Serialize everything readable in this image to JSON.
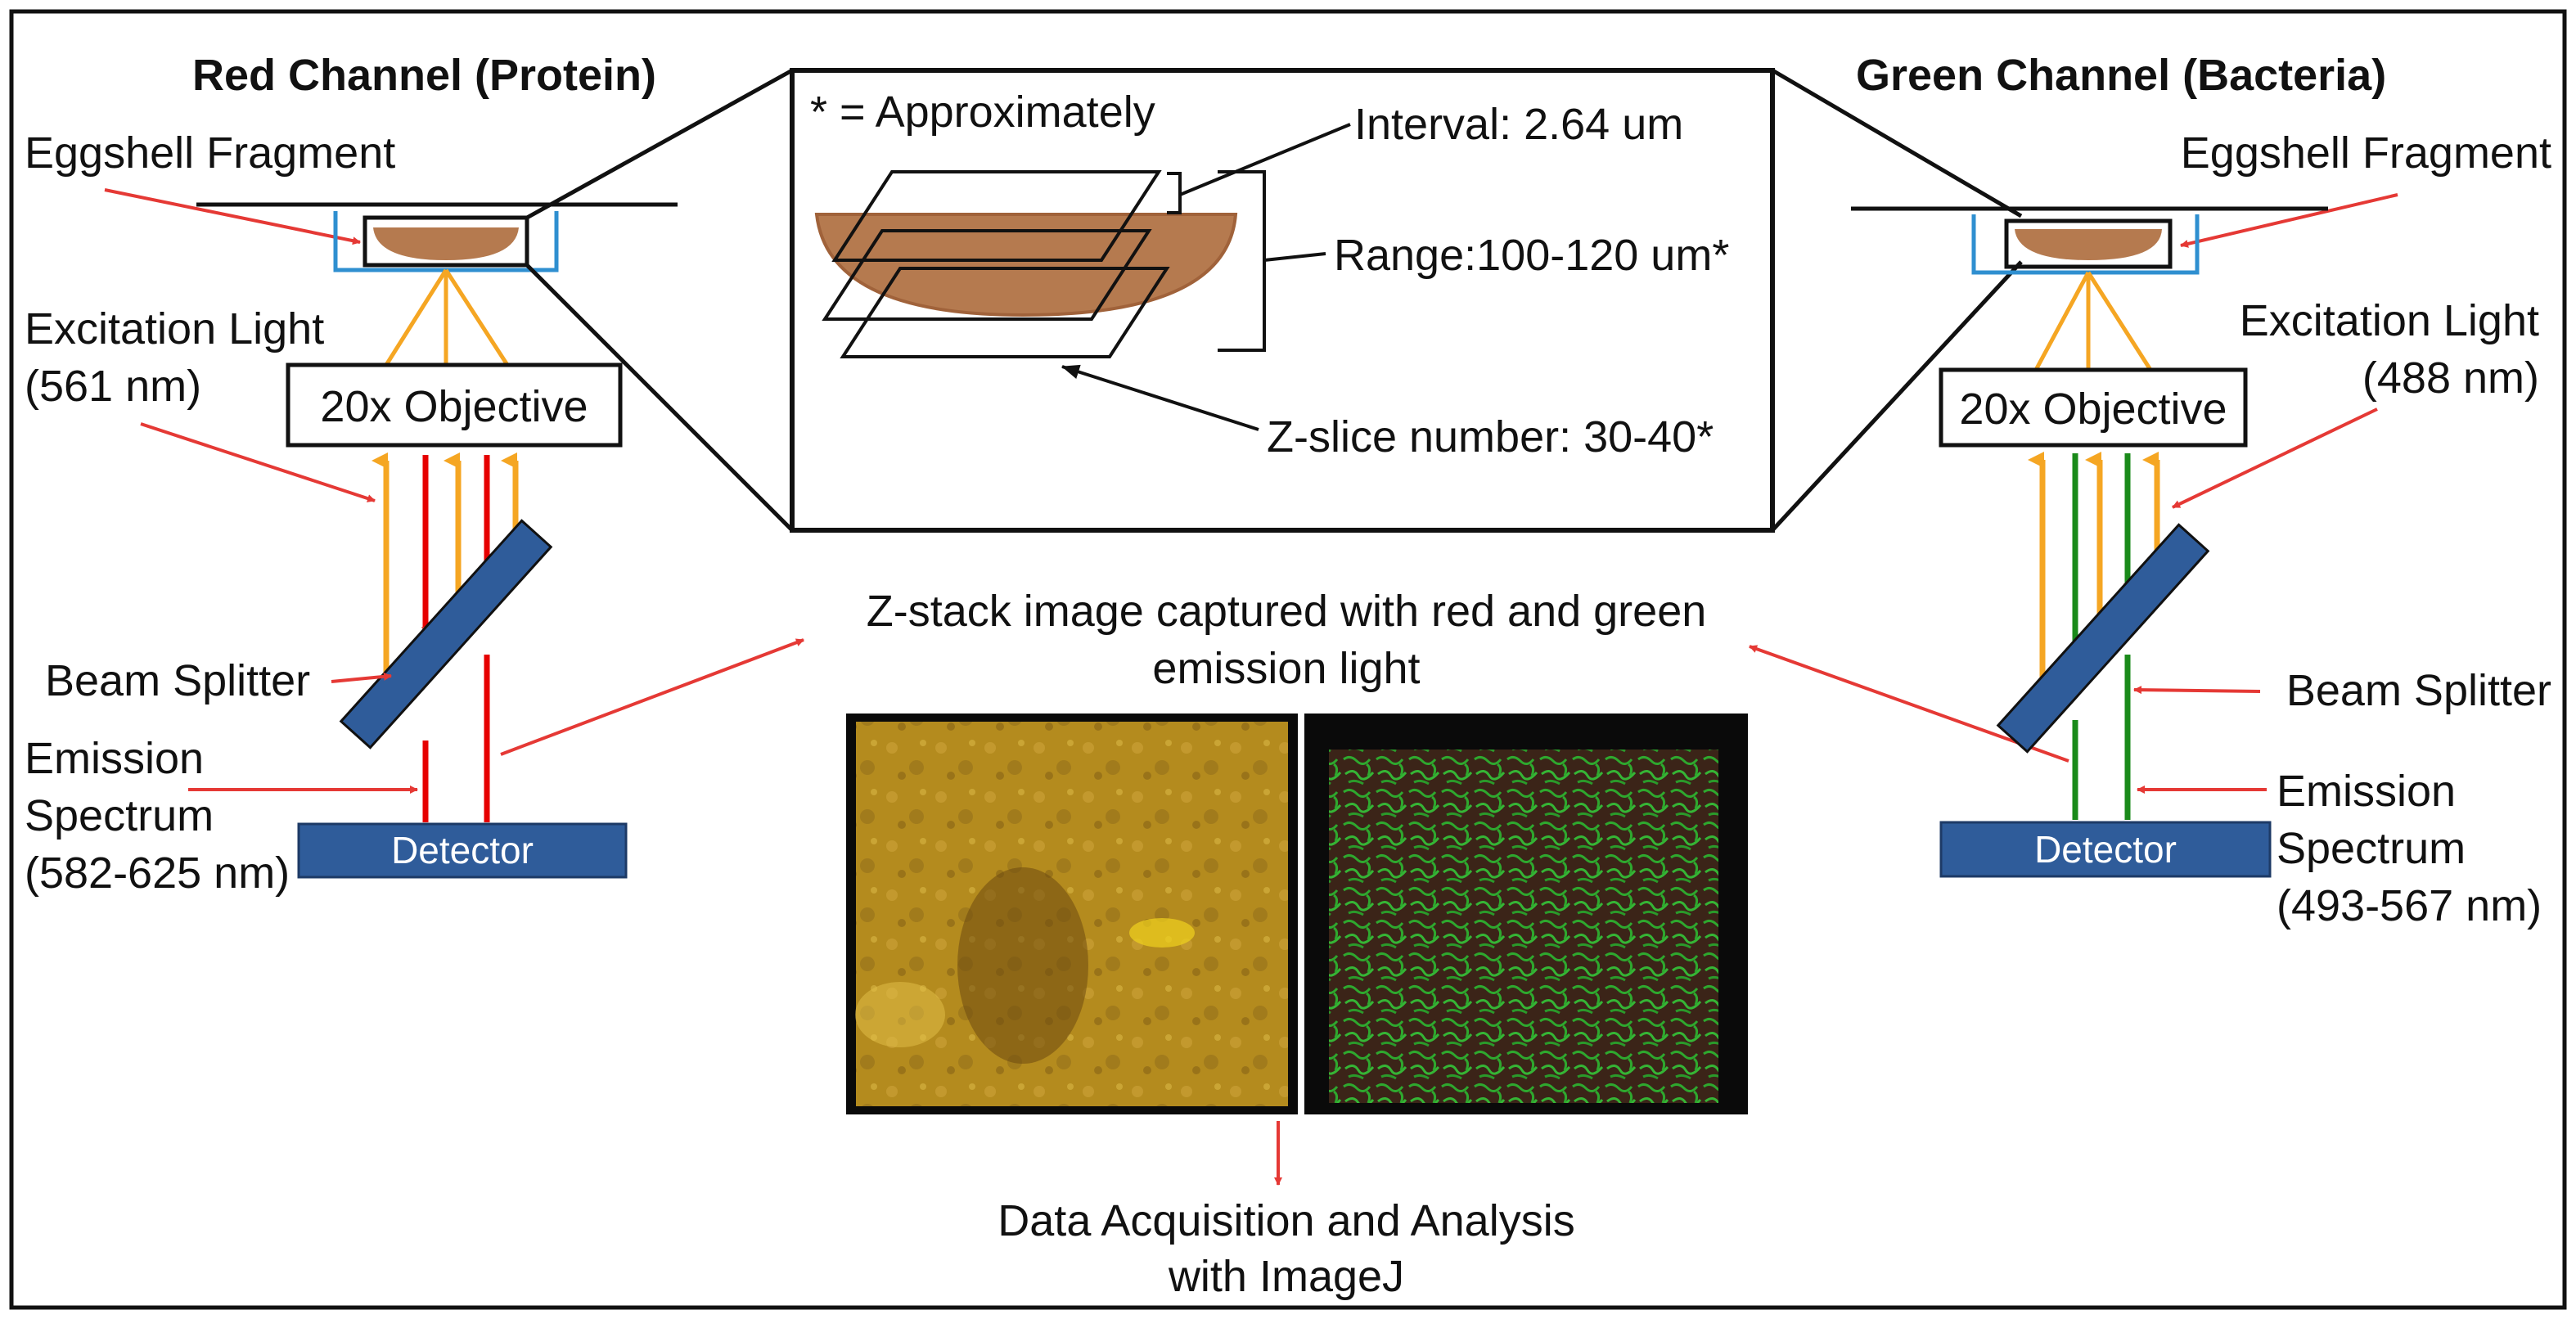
{
  "colors": {
    "red_light": "#e60000",
    "orange_light": "#f5a623",
    "green_light": "#1a8a1a",
    "sample_brown": "#b57a4f",
    "holder_blue": "#2f8fd0",
    "detector_blue": "#2f5c9a",
    "annotation_arrow": "#e53935"
  },
  "left": {
    "title": "Red Channel (Protein)",
    "sample_label": "Eggshell Fragment",
    "excitation_line1": "Excitation Light",
    "excitation_line2": "(561 nm)",
    "objective": "20x Objective",
    "splitter": "Beam Splitter",
    "emission_line1": "Emission",
    "emission_line2": "Spectrum",
    "emission_line3": "(582-625 nm)",
    "detector": "Detector"
  },
  "right": {
    "title": "Green Channel (Bacteria)",
    "sample_label": "Eggshell Fragment",
    "excitation_line1": "Excitation Light",
    "excitation_line2": "(488 nm)",
    "objective": "20x Objective",
    "splitter": "Beam Splitter",
    "emission_line1": "Emission",
    "emission_line2": "Spectrum",
    "emission_line3": "(493-567 nm)",
    "detector": "Detector"
  },
  "zoom": {
    "note": "* = Approximately",
    "interval": "Interval: 2.64 um",
    "range": "Range:100-120 um*",
    "zslice": "Z-slice number: 30-40*"
  },
  "center": {
    "caption_line1": "Z-stack image captured with red and green",
    "caption_line2": "emission light",
    "result_line1": "Data Acquisition and Analysis",
    "result_line2": "with ImageJ"
  }
}
